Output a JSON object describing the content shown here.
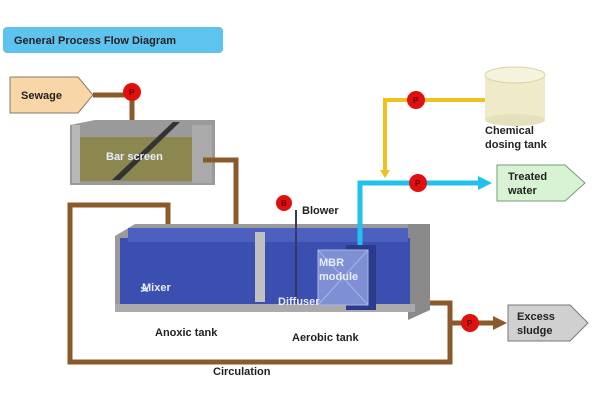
{
  "title": "General Process Flow Diagram",
  "colors": {
    "title_bg": "#5fc3f0",
    "sewage_flow": "#8b5a2b",
    "chemical_flow": "#f0c020",
    "treated_flow": "#21c0ee",
    "pump": "#e01010",
    "water": "#3b4fb0"
  },
  "nodes": {
    "sewage": "Sewage",
    "bar_screen": "Bar screen",
    "blower": "Blower",
    "chemical_tank_line1": "Chemical",
    "chemical_tank_line2": "dosing tank",
    "treated_line1": "Treated",
    "treated_line2": "water",
    "mixer": "Mixer",
    "mbr_line1": "MBR",
    "mbr_line2": "module",
    "diffuser": "Diffuser",
    "anoxic": "Anoxic tank",
    "aerobic": "Aerobic tank",
    "excess_line1": "Excess",
    "excess_line2": "sludge",
    "circulation": "Circulation"
  },
  "symbols": {
    "pump": "P",
    "blower": "B"
  }
}
